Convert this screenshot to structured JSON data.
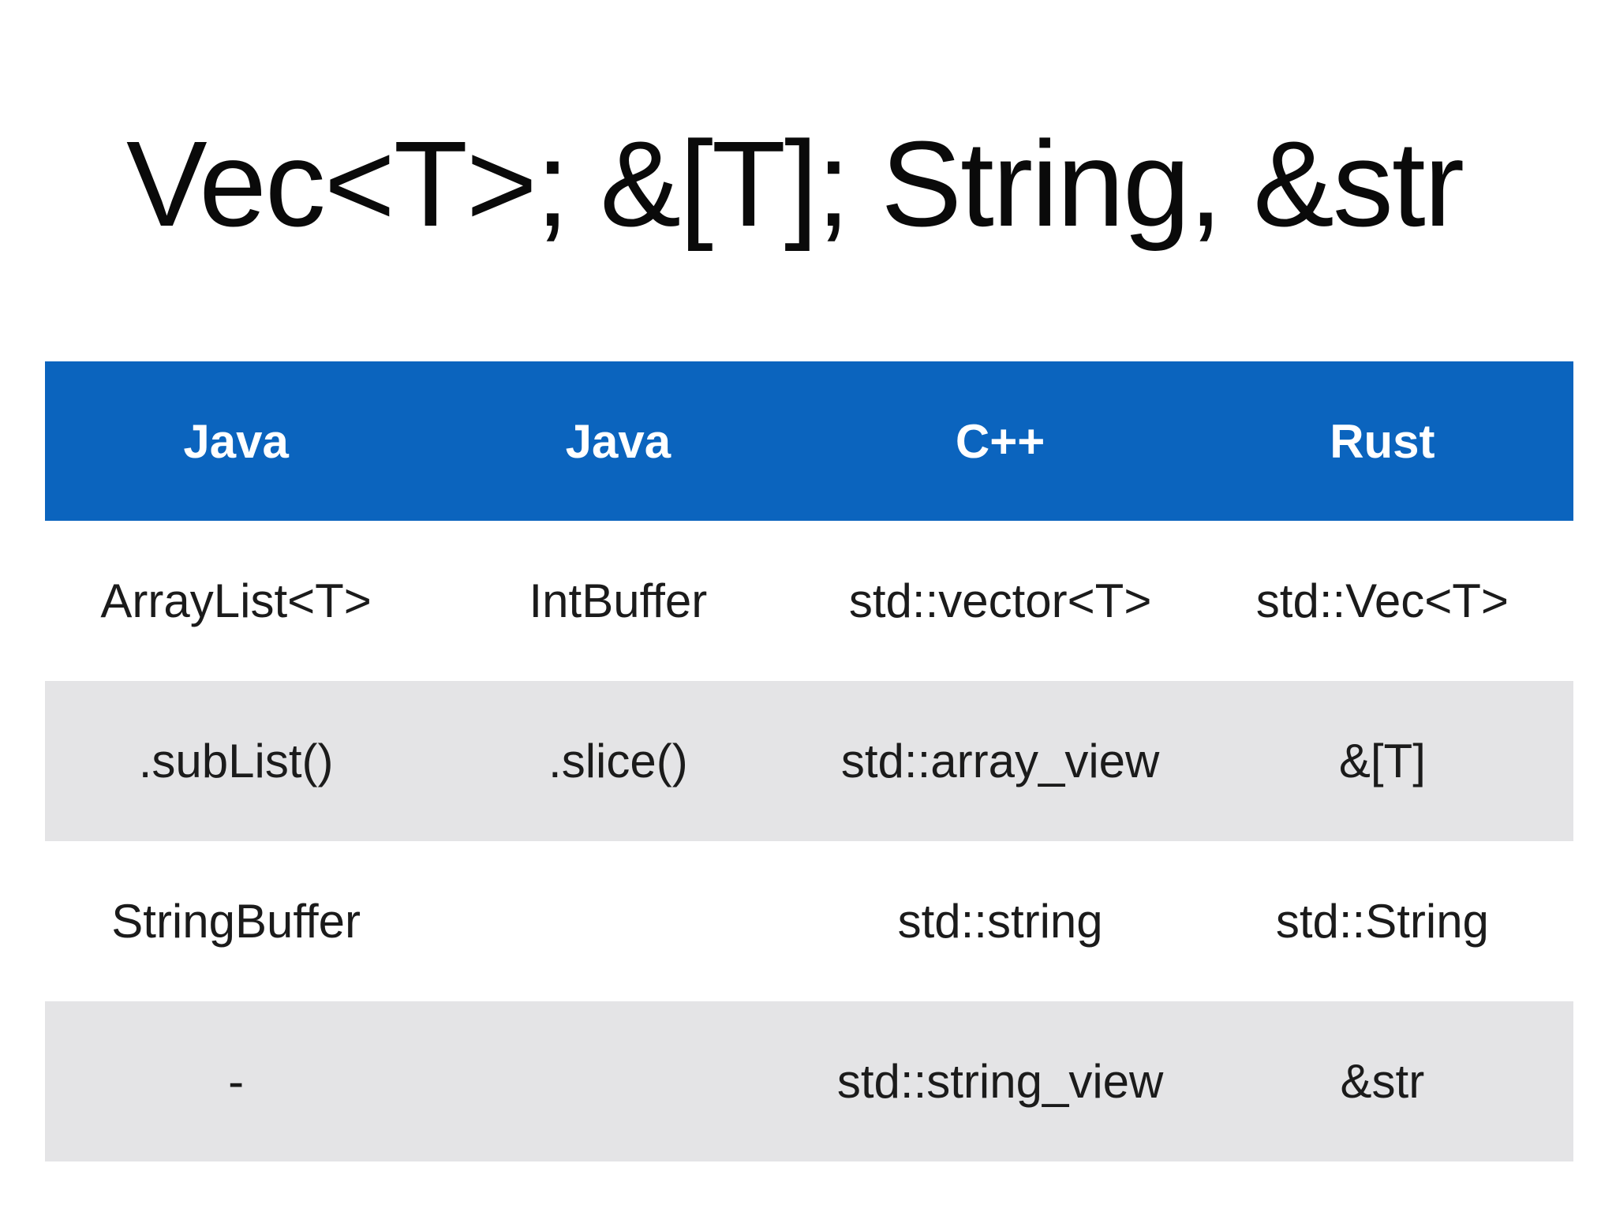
{
  "slide": {
    "title": "Vec<T>; &[T]; String, &str"
  },
  "table": {
    "header": {
      "columns": [
        "Java",
        "Java",
        "C++",
        "Rust"
      ]
    },
    "rows": [
      {
        "cells": [
          "ArrayList<T>",
          "IntBuffer",
          "std::vector<T>",
          "std::Vec<T>"
        ]
      },
      {
        "cells": [
          ".subList()",
          ".slice()",
          "std::array_view",
          "&[T]"
        ]
      },
      {
        "cells": [
          "StringBuffer",
          "",
          "std::string",
          "std::String"
        ]
      },
      {
        "cells": [
          "-",
          "",
          "std::string_view",
          "&str"
        ]
      }
    ]
  },
  "colors": {
    "header_bg": "#0B64BE",
    "header_text": "#FFFFFF",
    "row_alt_bg": "#E4E4E6",
    "row_bg": "#FFFFFF",
    "cell_text": "#1B1B1B",
    "title_text": "#0A0A0A"
  }
}
